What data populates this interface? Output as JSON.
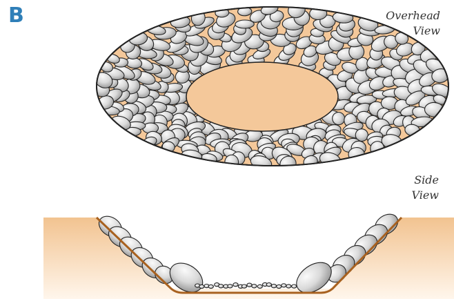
{
  "panel": {
    "letter": "B"
  },
  "labels": {
    "overhead_line1": "Overhead",
    "overhead_line2": "View",
    "side_line1": "Side",
    "side_line2": "View"
  },
  "colors": {
    "panel_letter": "#2f7fb8",
    "soil": "#f4c89a",
    "soil_edge": "#a8611f",
    "stone_fill": "#d8d8d8",
    "stone_highlight": "#f7f7f7",
    "stone_outline": "#222222"
  }
}
